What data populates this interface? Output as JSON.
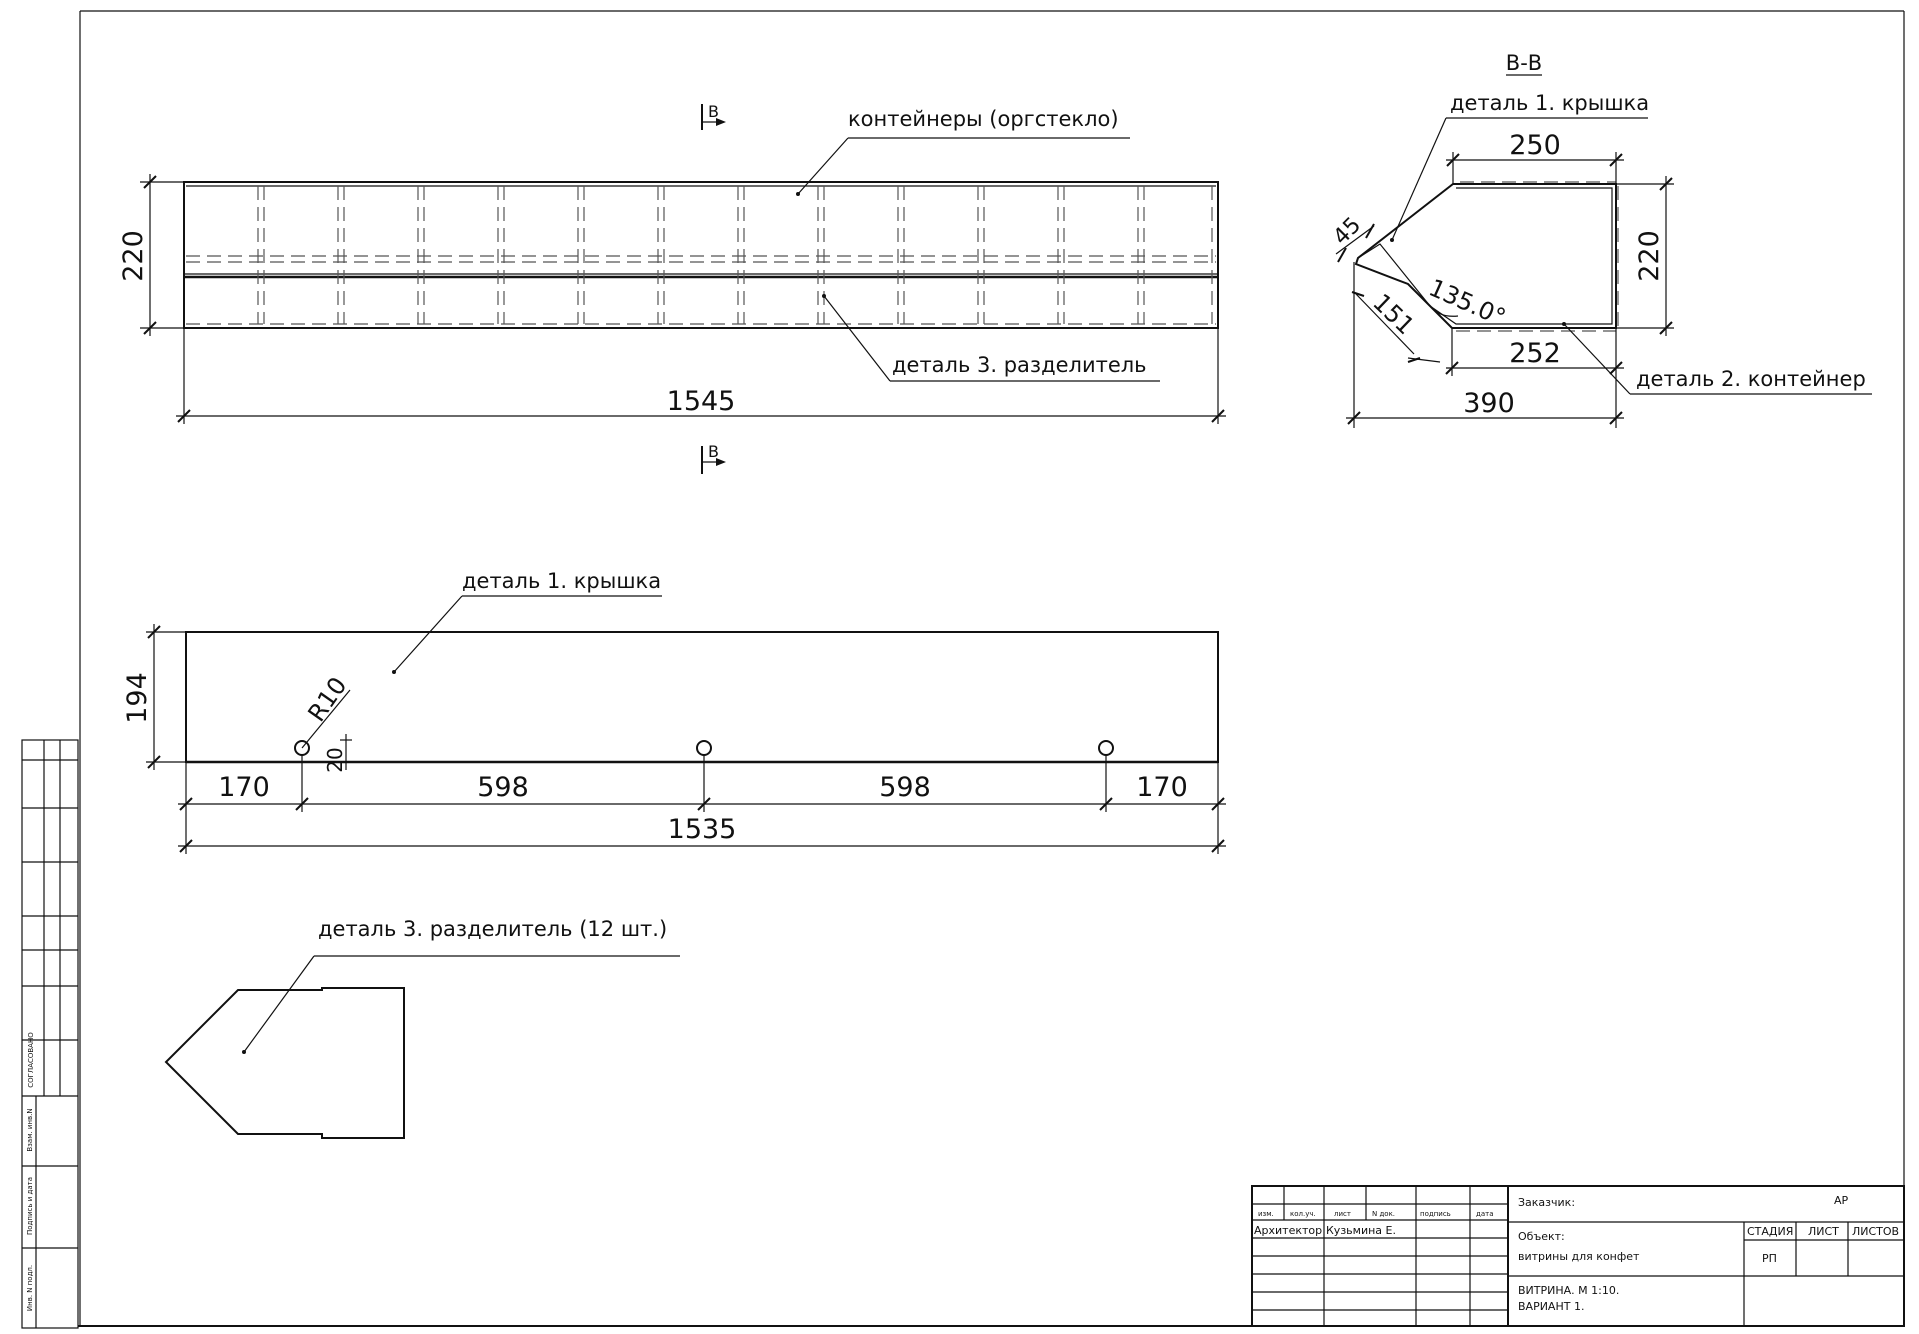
{
  "labels": {
    "containers": "контейнеры (оргстекло)",
    "divider_top": "деталь 3. разделитель",
    "lid_section": "деталь 1. крышка",
    "container_section": "деталь 2. контейнер",
    "lid_front": "деталь 1. крышка",
    "divider_detail": "деталь 3. разделитель (12 шт.)"
  },
  "section": {
    "mark": "В",
    "title": "В-В"
  },
  "dimensions": {
    "top_height": "220",
    "top_length": "1545",
    "sec_top": "250",
    "sec_height": "220",
    "sec_bottom": "252",
    "sec_total": "390",
    "sec_chamfer": "45",
    "sec_slope": "151",
    "sec_angle": "135.0°",
    "front_height": "194",
    "radius": "R10",
    "hole_offset": "20",
    "seg_left": "170",
    "seg_mid1": "598",
    "seg_mid2": "598",
    "seg_right": "170",
    "front_total": "1535"
  },
  "title_block": {
    "col_izm": "изм.",
    "col_kol": "кол.уч.",
    "col_list": "лист",
    "col_ndok": "N док.",
    "col_podpis": "подпись",
    "col_data": "дата",
    "role": "Архитектор",
    "person": "Кузьмина Е.",
    "customer_label": "Заказчик:",
    "code": "АР",
    "object_label": "Объект:",
    "object_name": "витрины для конфет",
    "stage_head": "СТАДИЯ",
    "sheet_head": "ЛИСТ",
    "sheets_head": "ЛИСТОВ",
    "stage_value": "РП",
    "sheet_title_1": "ВИТРИНА. М 1:10.",
    "sheet_title_2": "ВАРИАНТ 1."
  },
  "side_stamp": {
    "agreed": "СОГЛАСОВАНО",
    "replaced": "Взам. инв.N",
    "signature_date": "Подпись и дата",
    "original_inv": "Инв. N подл."
  }
}
